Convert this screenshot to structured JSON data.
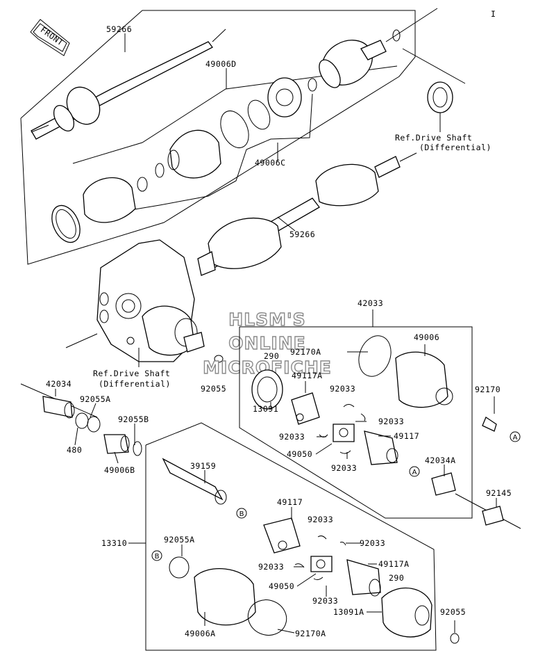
{
  "front_label": "FRONT",
  "corner_mark": "I",
  "watermark": {
    "line1": "HLSM'S",
    "line2": "ONLINE",
    "line3": "MICROFICHE"
  },
  "refs": {
    "ref1_line1": "Ref.Drive Shaft",
    "ref1_line2": "(Differential)",
    "ref2_line1": "Ref.Drive Shaft",
    "ref2_line2": "(Differential)"
  },
  "callouts": {
    "a1": "A",
    "a2": "A",
    "b1": "B",
    "b2": "B"
  },
  "parts": {
    "p59266_top": "59266",
    "p49006D": "49006D",
    "p49006C": "49006C",
    "p59266_mid": "59266",
    "p42033": "42033",
    "p92170A_u": "92170A",
    "p49006_u": "49006",
    "p290_u": "290",
    "p92055_u": "92055",
    "p49117A_u": "49117A",
    "p92033_u1": "92033",
    "p92170": "92170",
    "p92033_u2": "92033",
    "p13091": "13091",
    "p92033_u3": "92033",
    "p49117_u": "49117",
    "p49050_u": "49050",
    "p92033_u4": "92033",
    "p42034A": "42034A",
    "p42034": "42034",
    "p92055A_l": "92055A",
    "p92055B": "92055B",
    "p480": "480",
    "p49006B": "49006B",
    "p39159": "39159",
    "p92145": "92145",
    "p49117_l": "49117",
    "p13310": "13310",
    "p92055A_b": "92055A",
    "p92033_l1": "92033",
    "p92033_l2": "92033",
    "p92033_l3": "92033",
    "p49117A_l": "49117A",
    "p290_l": "290",
    "p49050_l": "49050",
    "p92033_l4": "92033",
    "p13091A": "13091A",
    "p92055_l": "92055",
    "p49006A": "49006A",
    "p92170A_l": "92170A"
  }
}
